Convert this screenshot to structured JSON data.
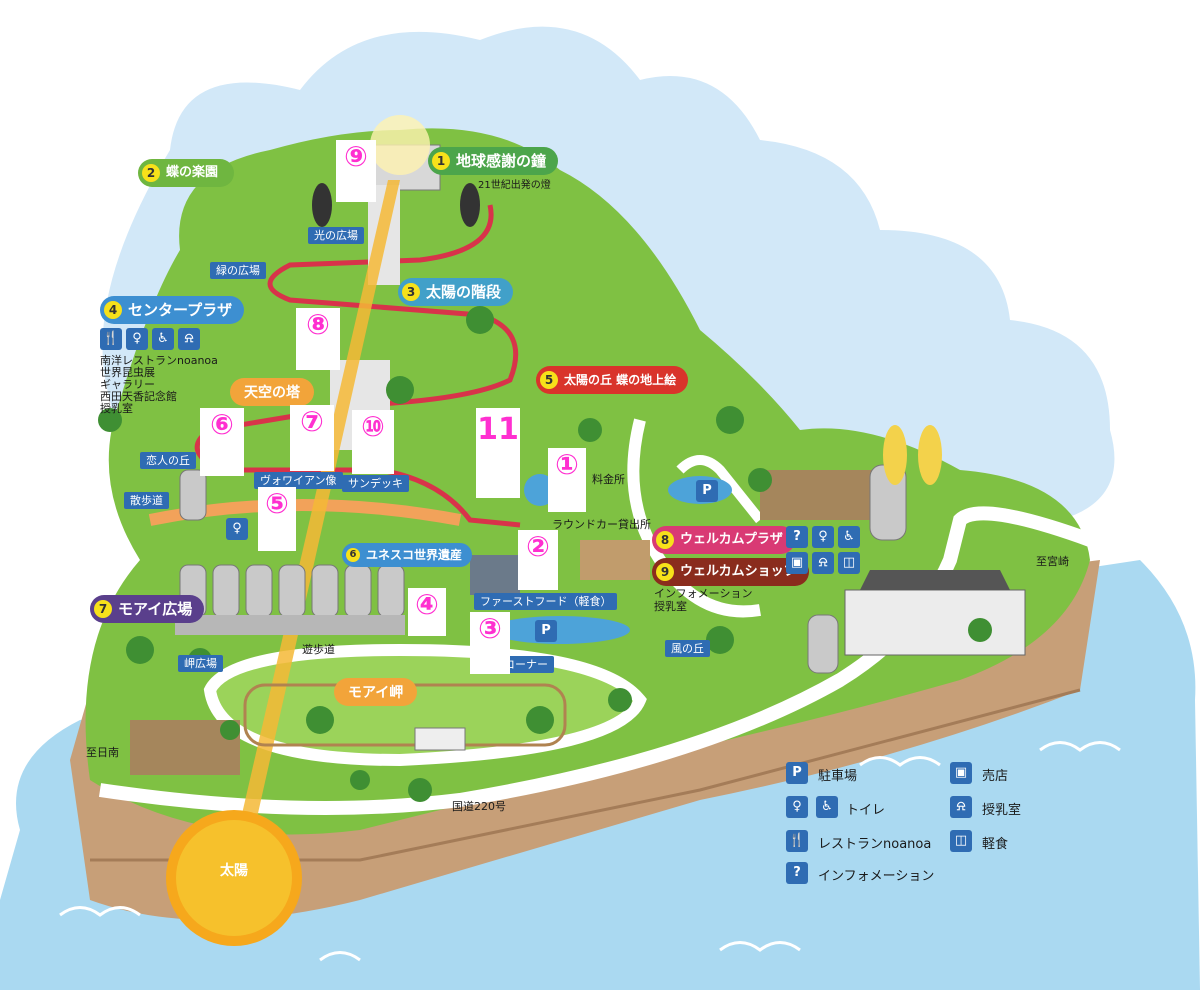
{
  "areas": [
    {
      "id": "1",
      "name": "地球感謝の鐘"
    },
    {
      "id": "2",
      "name": "蝶の楽園"
    },
    {
      "id": "3",
      "name": "太陽の階段"
    },
    {
      "id": "4",
      "name": "センタープラザ"
    },
    {
      "id": "5",
      "name": "太陽の丘 蝶の地上絵"
    },
    {
      "id": "6",
      "name": "ユネスコ世界遺産"
    },
    {
      "id": "7",
      "name": "モアイ広場"
    },
    {
      "id": "8",
      "name": "ウェルカムプラザ"
    },
    {
      "id": "9",
      "name": "ウェルカムショップ"
    }
  ],
  "orange_labels": {
    "tower": "天空の塔",
    "cape": "モアイ岬"
  },
  "tags": {
    "light_plaza": "光の広場",
    "green_plaza": "緑の広場",
    "lovers_hill": "恋人の丘",
    "promenade": "散歩道",
    "voyager_statue": "ヴォワイアン像",
    "sundeck": "サンデッキ",
    "fast_food": "ファーストフード（軽食）",
    "corner": "コーナー",
    "wind_hill": "風の丘",
    "cape_plaza": "岬広場"
  },
  "plain_labels": {
    "torch": "21世紀出発の燈",
    "ticket": "料金所",
    "roundcar": "ラウンドカー貸出所",
    "info": "インフォメーション",
    "nursing_room": "授乳室",
    "walkway": "遊歩道",
    "to_miyazaki": "至宮崎",
    "to_nichinan": "至日南",
    "route": "国道220号",
    "sun": "太陽"
  },
  "center_plaza_list": [
    "南洋レストランnoanoa",
    "世界昆虫展",
    "ギャラリー",
    "西田天香記念館",
    "授乳室"
  ],
  "white_boxes": [
    "⑨",
    "⑧",
    "⑥",
    "⑦",
    "⑩",
    "11",
    "⑤",
    "①",
    "②",
    "④",
    "③"
  ],
  "legend": {
    "parking": "駐車場",
    "shop": "売店",
    "toilet": "トイレ",
    "nursing": "授乳室",
    "restaurant": "レストランnoanoa",
    "snack": "軽食",
    "information": "インフォメーション"
  },
  "colors": {
    "sea": "#a9d8f0",
    "sky": "#cfe6f7",
    "grass": "#7dc242",
    "cliff": "#c9a27a",
    "road": "#ffffff",
    "sun": "#f6c12c"
  }
}
